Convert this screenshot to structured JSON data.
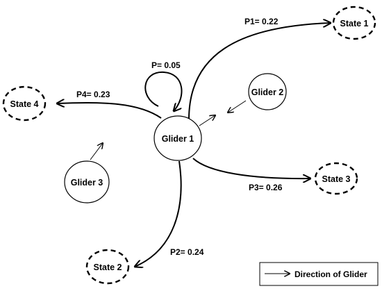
{
  "nodes": {
    "glider1": "Glider 1",
    "glider2": "Glider 2",
    "glider3": "Glider 3",
    "state1": "State 1",
    "state2": "State 2",
    "state3": "State 3",
    "state4": "State 4"
  },
  "probabilities": {
    "self": "P= 0.05",
    "p1": "P1= 0.22",
    "p2": "P2= 0.24",
    "p3": "P3= 0.26",
    "p4": "P4= 0.23"
  },
  "legend": {
    "label": "Direction of Glider"
  }
}
